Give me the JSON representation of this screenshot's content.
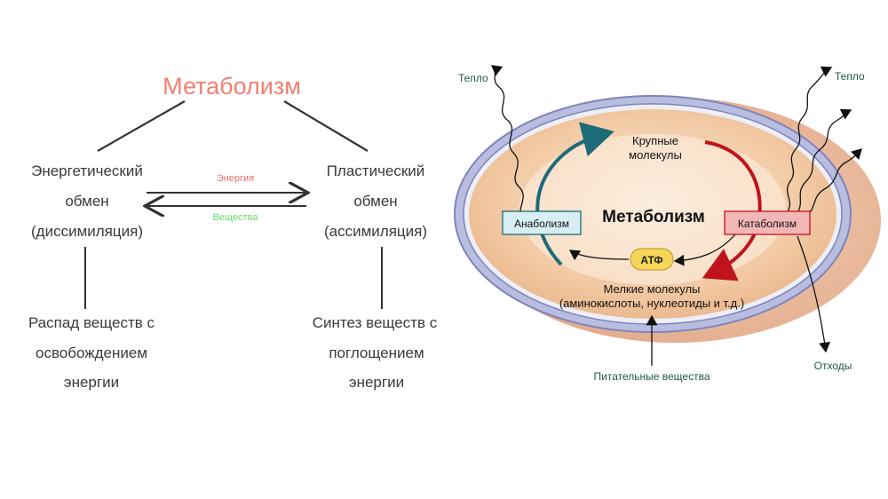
{
  "left_diagram": {
    "title": "Метаболизм",
    "energy_exchange": {
      "line1": "Энергетический",
      "line2": "обмен",
      "line3": "(диссимиляция)"
    },
    "plastic_exchange": {
      "line1": "Пластический",
      "line2": "обмен",
      "line3": "(ассимиляция)"
    },
    "arrow_top_label": "Энергия",
    "arrow_bottom_label": "Вещества",
    "breakdown": {
      "line1": "Распад веществ с",
      "line2": "освобождением",
      "line3": "энергии"
    },
    "synthesis": {
      "line1": "Синтез веществ с",
      "line2": "поглощением",
      "line3": "энергии"
    },
    "colors": {
      "title": "#f08070",
      "energy_label": "#f06a6a",
      "substances_label": "#66dd66"
    }
  },
  "right_diagram": {
    "center_title": "Метаболизм",
    "large_molecules": {
      "line1": "Крупные",
      "line2": "молекулы"
    },
    "small_molecules": {
      "line1": "Мелкие молекулы",
      "line2": "(аминокислоты, нуклеотиды и т.д.)"
    },
    "anabolism": "Анаболизм",
    "catabolism": "Катаболизм",
    "atp": "АТФ",
    "heat_left": "Тепло",
    "heat_right": "Тепло",
    "nutrients": "Питательные вещества",
    "waste": "Отходы",
    "colors": {
      "anabolism_arrow": "#1d6b78",
      "catabolism_arrow": "#c0141c",
      "anabolism_box": "#d7eef2",
      "catabolism_box": "#f3b6b6",
      "atp_fill": "#f6d65a",
      "membrane": "#8f95c8",
      "cell_fill": "#f2c9a3",
      "label_green": "#1f5a4a"
    }
  }
}
